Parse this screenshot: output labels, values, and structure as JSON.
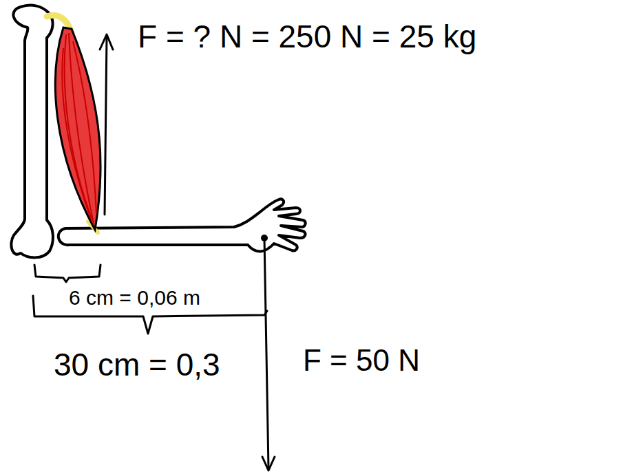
{
  "diagram": {
    "labels": [
      "F = ? N = 250 N = 25 kg",
      "6 cm = 0,06 m",
      "30 cm = 0,3",
      "F = 50 N"
    ]
  }
}
